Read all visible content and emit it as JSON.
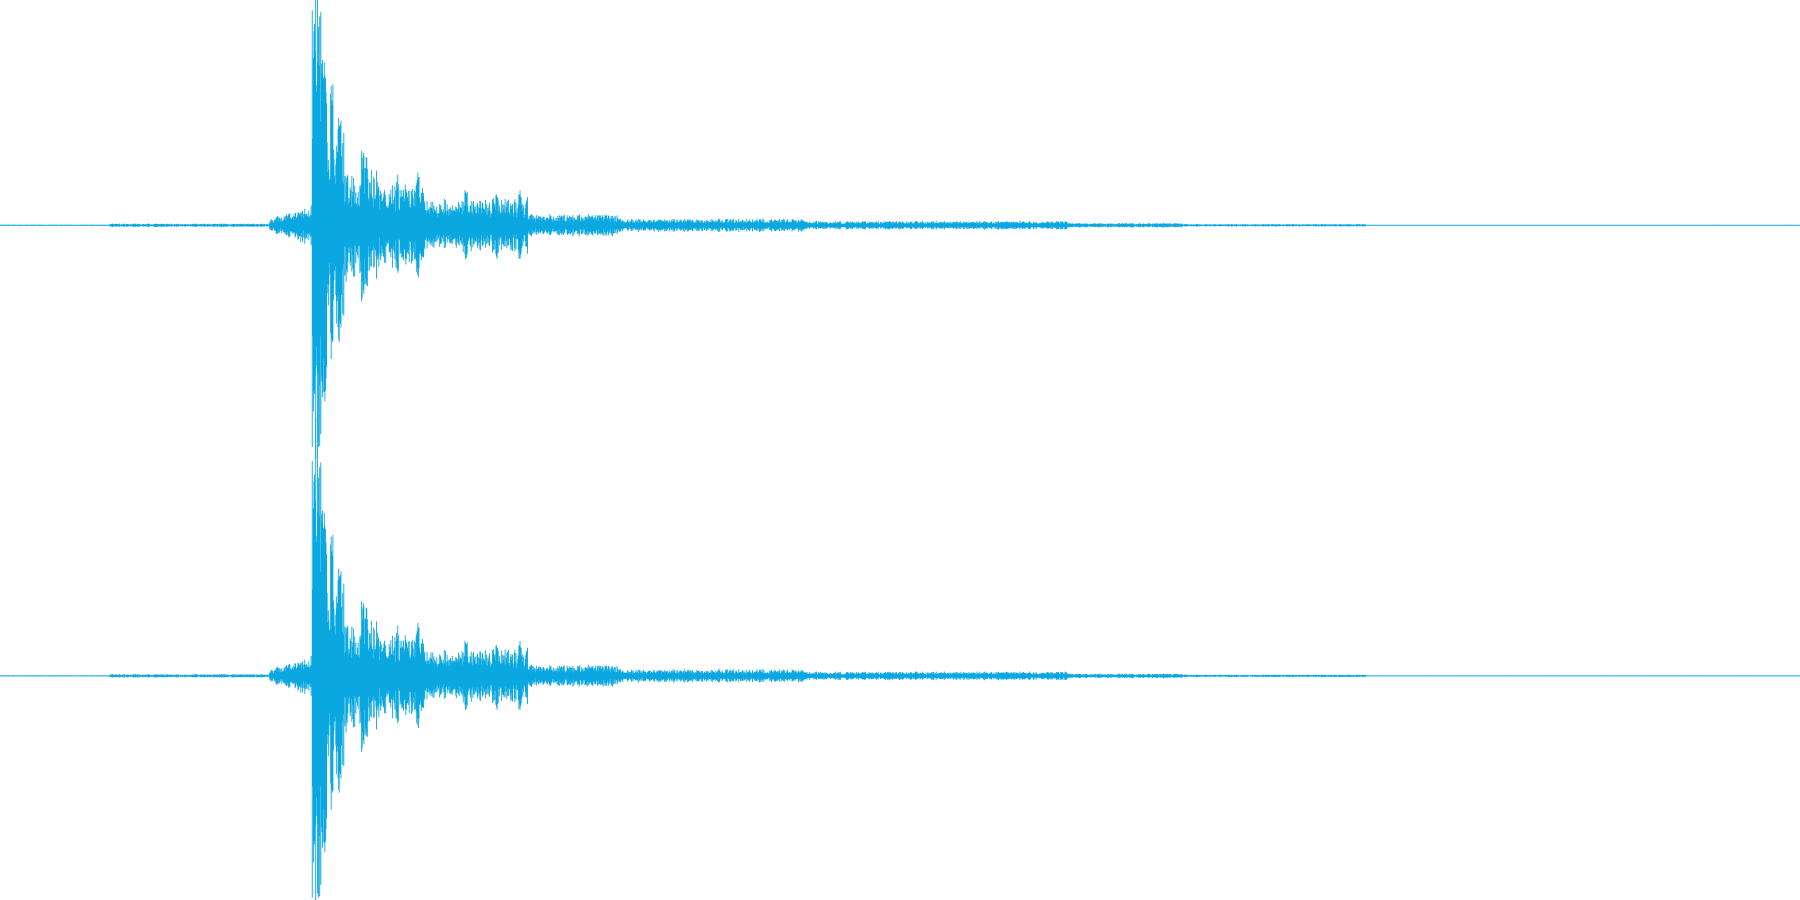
{
  "view": {
    "type": "stereo-audio-waveform",
    "background_color": "#ffffff",
    "waveform_color": "#0aa7e0"
  },
  "channels": [
    {
      "id": "left",
      "label": ""
    },
    {
      "id": "right",
      "label": ""
    }
  ]
}
